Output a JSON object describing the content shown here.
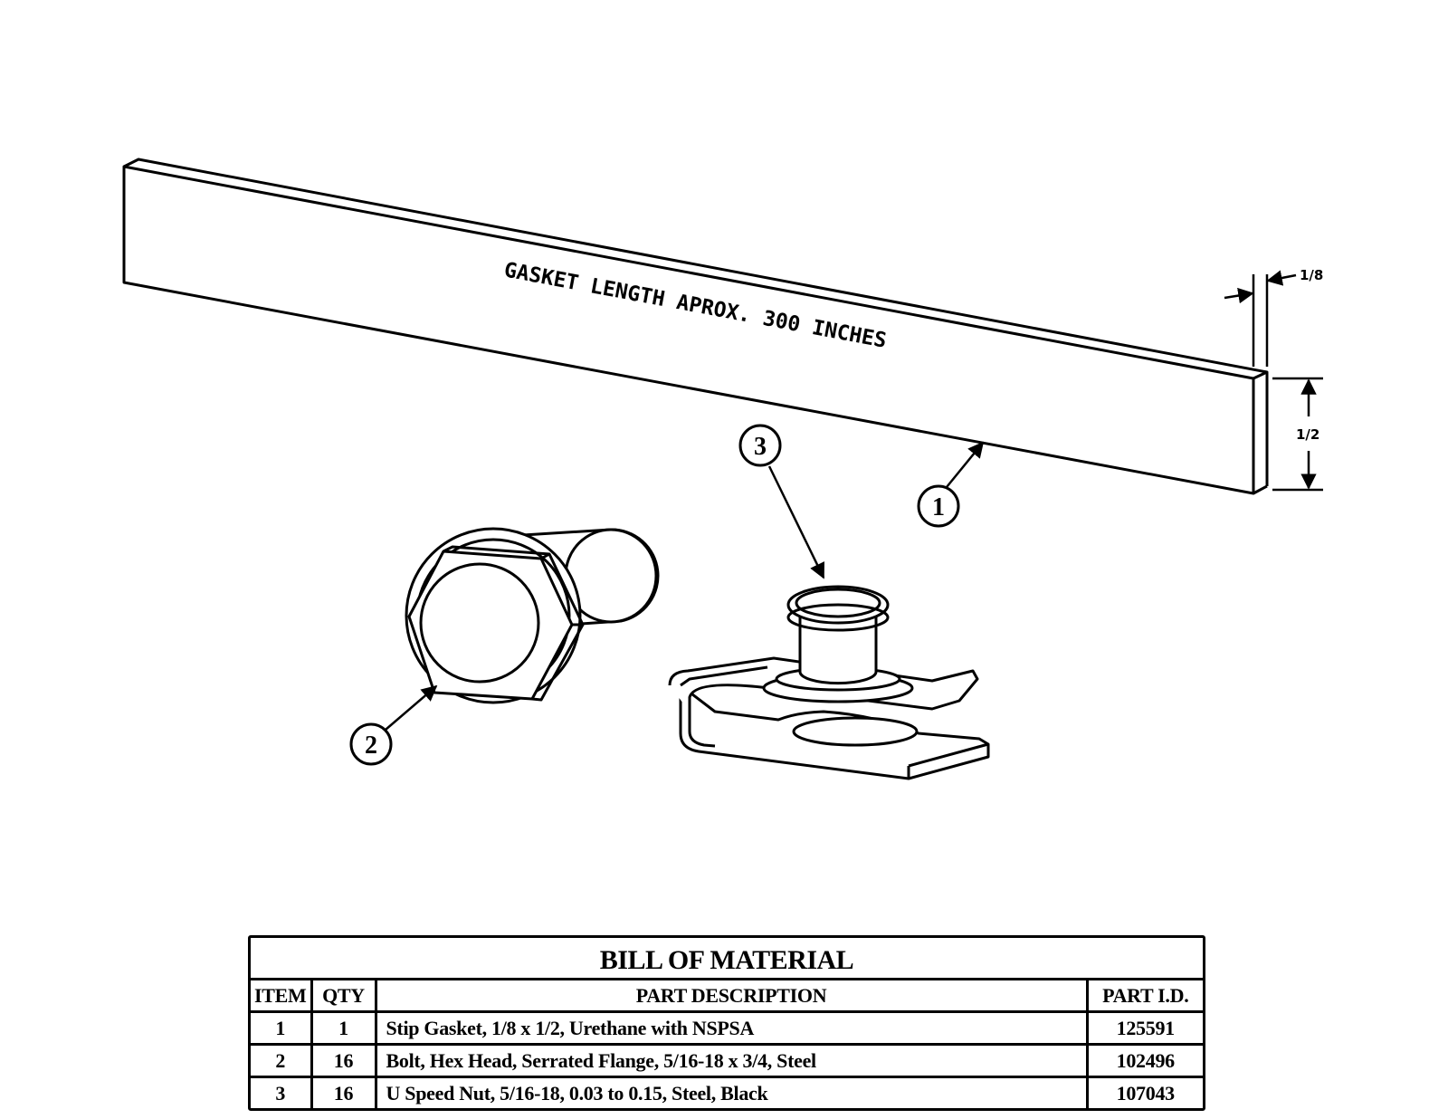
{
  "drawing": {
    "gasket_label": "GASKET LENGTH APROX. 300 INCHES",
    "dim_thickness": "1/8",
    "dim_width": "1/2",
    "callouts": [
      "1",
      "2",
      "3"
    ]
  },
  "bom": {
    "title": "BILL OF MATERIAL",
    "headers": {
      "item": "ITEM",
      "qty": "QTY",
      "description": "PART DESCRIPTION",
      "part_id": "PART I.D."
    },
    "rows": [
      {
        "item": "1",
        "qty": "1",
        "description": "Stip Gasket, 1/8 x 1/2, Urethane with NSPSA",
        "part_id": "125591"
      },
      {
        "item": "2",
        "qty": "16",
        "description": "Bolt, Hex Head, Serrated Flange, 5/16-18 x 3/4, Steel",
        "part_id": "102496"
      },
      {
        "item": "3",
        "qty": "16",
        "description": "U Speed Nut, 5/16-18, 0.03 to 0.15, Steel, Black",
        "part_id": "107043"
      }
    ]
  }
}
